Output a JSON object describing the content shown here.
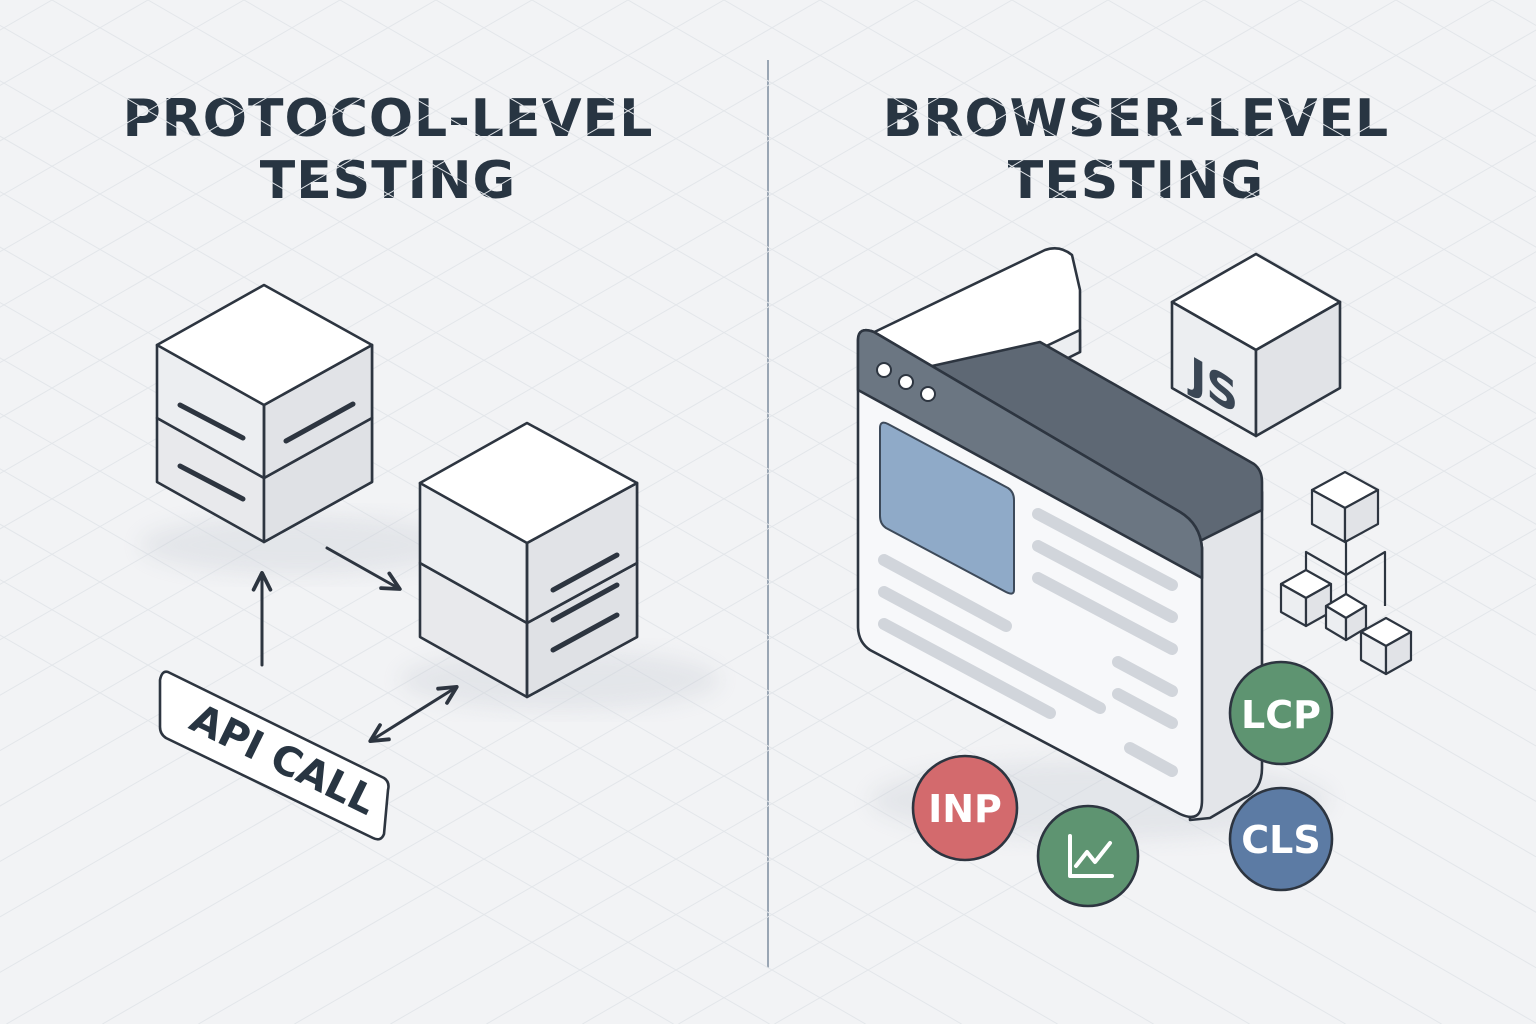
{
  "protocol": {
    "title_line1": "PROTOCOL-LEVEL",
    "title_line2": "TESTING",
    "api_label": "API CALL"
  },
  "browser": {
    "title_line1": "BROWSER-LEVEL",
    "title_line2": "TESTING",
    "js_label": "JS",
    "metrics": [
      "LCP",
      "INP",
      "CLS"
    ]
  },
  "icons": [
    "server-stack-icon",
    "arrow-icon",
    "browser-window-icon",
    "js-cube-icon",
    "dependency-tree-icon",
    "line-chart-icon"
  ],
  "colors": {
    "title": "#283542",
    "outline": "#2d3540",
    "window_header": "#6b7682",
    "image_block": "#8faac8",
    "lcp": "#5e9471",
    "inp": "#d36a6d",
    "chart_badge": "#5e9471",
    "cls": "#5c7ba4"
  }
}
